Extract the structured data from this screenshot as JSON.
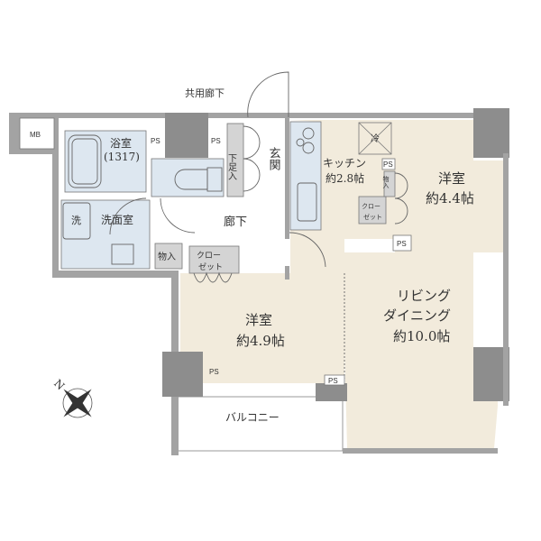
{
  "plan": {
    "common_corridor": "共用廊下",
    "mb": "MB",
    "bath": {
      "name": "浴室",
      "size": "(1317)"
    },
    "washroom": "洗面室",
    "washer": "洗",
    "shoe_storage": "下足入",
    "entrance": "玄関",
    "hallway": "廊下",
    "storage": "物入",
    "closet": {
      "line1": "クロー",
      "line2": "ゼット"
    },
    "kitchen": {
      "name": "キッチン",
      "size": "約2.8帖"
    },
    "fridge": "冷",
    "room_east": {
      "name": "洋室",
      "size": "約4.4帖"
    },
    "living": {
      "line1": "リビング",
      "line2": "ダイニング",
      "size": "約10.0帖"
    },
    "room_west": {
      "name": "洋室",
      "size": "約4.9帖"
    },
    "balcony": "バルコニー",
    "ps": "PS",
    "north": "N"
  },
  "colors": {
    "floor": "#f2ebdc",
    "wet": "#dde7f0",
    "wall": "#a3a3a3",
    "storage": "#d4d4d4",
    "text": "#333333"
  }
}
